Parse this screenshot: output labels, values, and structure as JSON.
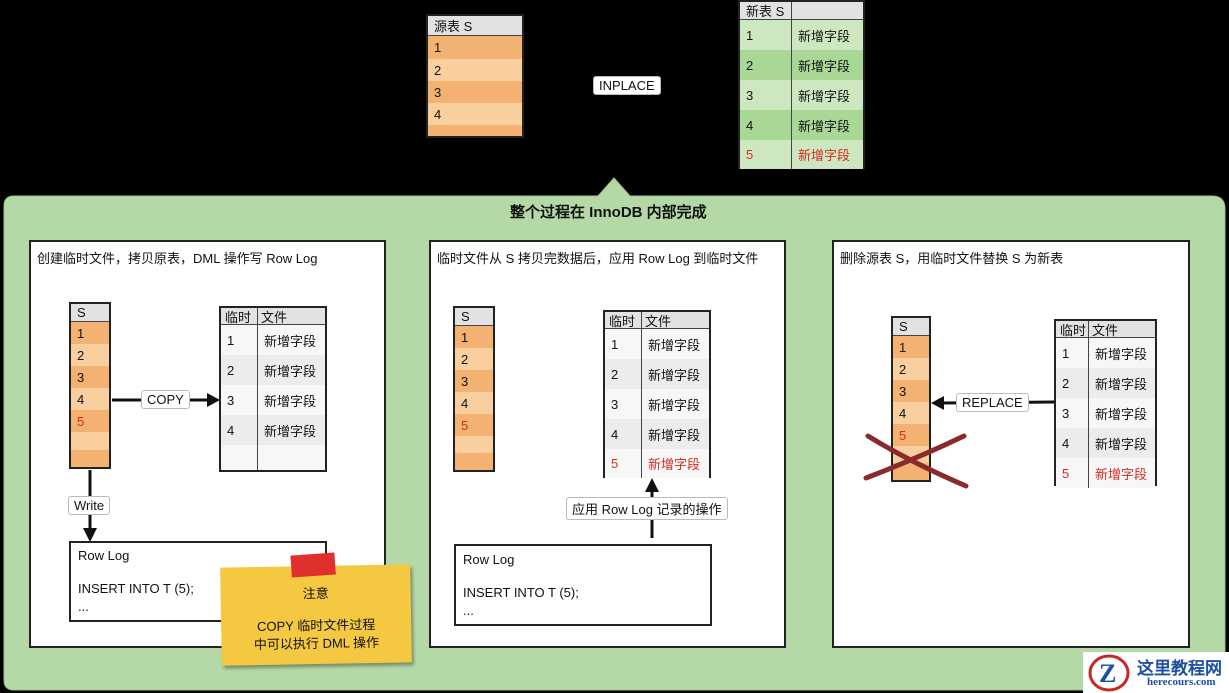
{
  "top": {
    "source_table": {
      "header": "源表 S",
      "rows": [
        "1",
        "2",
        "3",
        "4"
      ]
    },
    "inplace_label": "INPLACE",
    "new_table": {
      "header": "新表 S",
      "rows": [
        {
          "id": "1",
          "value": "新增字段"
        },
        {
          "id": "2",
          "value": "新增字段"
        },
        {
          "id": "3",
          "value": "新增字段"
        },
        {
          "id": "4",
          "value": "新增字段"
        },
        {
          "id": "5",
          "value": "新增字段"
        }
      ]
    }
  },
  "container": {
    "title": "整个过程在 InnoDB 内部完成"
  },
  "panel1": {
    "title": "创建临时文件，拷贝原表，DML 操作写 Row Log",
    "s_header": "S",
    "s_rows": [
      "1",
      "2",
      "3",
      "4",
      "5"
    ],
    "tmp_header": [
      "临时",
      "文件"
    ],
    "tmp_rows": [
      {
        "id": "1",
        "value": "新增字段"
      },
      {
        "id": "2",
        "value": "新增字段"
      },
      {
        "id": "3",
        "value": "新增字段"
      },
      {
        "id": "4",
        "value": "新增字段"
      }
    ],
    "copy_label": "COPY",
    "write_label": "Write",
    "rowlog_title": "Row Log",
    "rowlog_line1": "INSERT INTO T (5);",
    "rowlog_line2": "...",
    "note_title": "注意",
    "note_line1": "COPY 临时文件过程",
    "note_line2": "中可以执行 DML 操作"
  },
  "panel2": {
    "title": "临时文件从 S 拷贝完数据后，应用 Row Log 到临时文件",
    "s_header": "S",
    "s_rows": [
      "1",
      "2",
      "3",
      "4",
      "5"
    ],
    "tmp_header": [
      "临时",
      "文件"
    ],
    "tmp_rows": [
      {
        "id": "1",
        "value": "新增字段"
      },
      {
        "id": "2",
        "value": "新增字段"
      },
      {
        "id": "3",
        "value": "新增字段"
      },
      {
        "id": "4",
        "value": "新增字段"
      },
      {
        "id": "5",
        "value": "新增字段"
      }
    ],
    "apply_label": "应用 Row Log 记录的操作",
    "rowlog_title": "Row Log",
    "rowlog_line1": "INSERT INTO T (5);",
    "rowlog_line2": "..."
  },
  "panel3": {
    "title": "删除源表 S，用临时文件替换 S 为新表",
    "s_header": "S",
    "s_rows": [
      "1",
      "2",
      "3",
      "4",
      "5"
    ],
    "tmp_header": [
      "临时",
      "文件"
    ],
    "tmp_rows": [
      {
        "id": "1",
        "value": "新增字段"
      },
      {
        "id": "2",
        "value": "新增字段"
      },
      {
        "id": "3",
        "value": "新增字段"
      },
      {
        "id": "4",
        "value": "新增字段"
      },
      {
        "id": "5",
        "value": "新增字段"
      }
    ],
    "replace_label": "REPLACE"
  },
  "watermark": {
    "cn": "这里教程网",
    "en": "herecours.com"
  },
  "colors": {
    "container_green": "#b5d9a6",
    "accent_red": "#d62d20",
    "orange": "#f3b271",
    "note_yellow": "#f5c842"
  }
}
